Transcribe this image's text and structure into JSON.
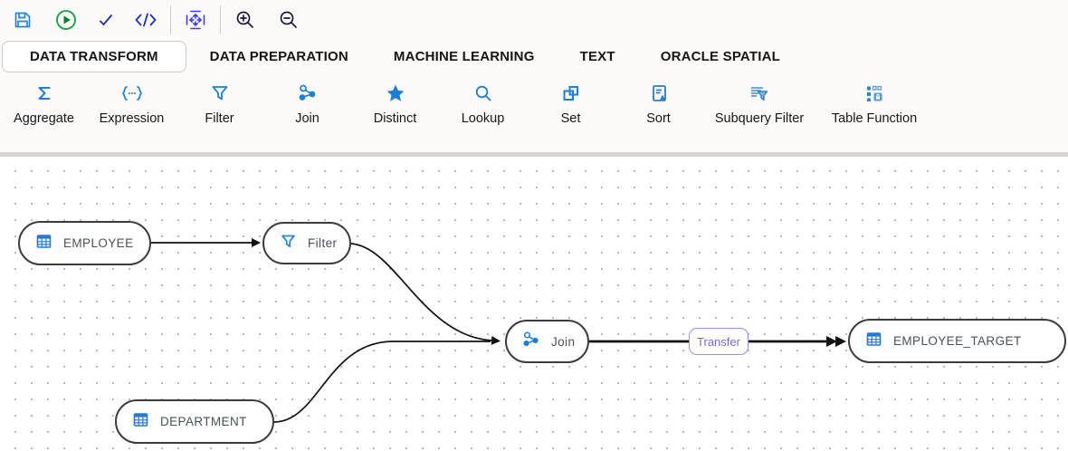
{
  "header": {
    "toolbar": {
      "buttons": [
        {
          "icon": "save-icon"
        },
        {
          "icon": "run-icon"
        },
        {
          "icon": "validate-check-icon"
        },
        {
          "icon": "code-icon"
        },
        {
          "icon": "fit-to-screen-icon"
        },
        {
          "icon": "zoom-in-icon"
        },
        {
          "icon": "zoom-out-icon"
        }
      ]
    },
    "tabs": [
      {
        "label": "DATA TRANSFORM",
        "active": true
      },
      {
        "label": "DATA PREPARATION",
        "active": false
      },
      {
        "label": "MACHINE LEARNING",
        "active": false
      },
      {
        "label": "TEXT",
        "active": false
      },
      {
        "label": "ORACLE SPATIAL",
        "active": false
      }
    ],
    "palette": {
      "items": [
        {
          "icon": "aggregate-sigma-icon",
          "label": "Aggregate"
        },
        {
          "icon": "expression-braces-icon",
          "label": "Expression"
        },
        {
          "icon": "filter-funnel-icon",
          "label": "Filter"
        },
        {
          "icon": "join-branch-icon",
          "label": "Join"
        },
        {
          "icon": "distinct-star-icon",
          "label": "Distinct"
        },
        {
          "icon": "lookup-magnifier-icon",
          "label": "Lookup"
        },
        {
          "icon": "set-squares-icon",
          "label": "Set"
        },
        {
          "icon": "sort-list-icon",
          "label": "Sort"
        },
        {
          "icon": "subquery-filter-icon",
          "label": "Subquery Filter"
        },
        {
          "icon": "table-function-icon",
          "label": "Table Function"
        }
      ]
    }
  },
  "canvas": {
    "nodes": [
      {
        "id": "employee",
        "icon": "table-icon",
        "label": "EMPLOYEE"
      },
      {
        "id": "filter",
        "icon": "filter-icon",
        "label": "Filter"
      },
      {
        "id": "join",
        "icon": "join-icon",
        "label": "Join"
      },
      {
        "id": "department",
        "icon": "table-icon",
        "label": "DEPARTMENT"
      },
      {
        "id": "employee-target",
        "icon": "table-icon",
        "label": "EMPLOYEE_TARGET"
      }
    ],
    "edge_label": "Transfer"
  },
  "colors": {
    "accent_blue": "#1f7ed4",
    "icon_navy": "#232fae",
    "run_green": "#0f9d3a",
    "node_border": "#3c3c3c",
    "node_text": "#47505b",
    "transfer_purple": "#7a66ea",
    "transfer_border": "#a18cf5",
    "header_separator": "#d4d4d4",
    "dot_grid": "#b5b5b5"
  }
}
